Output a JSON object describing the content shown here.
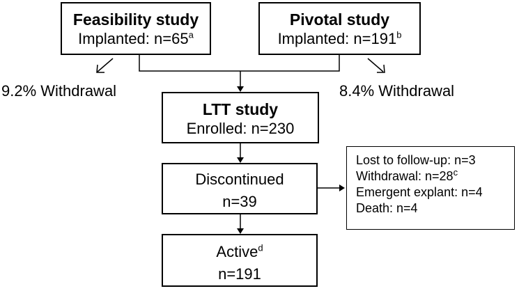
{
  "feasibility": {
    "title": "Feasibility study",
    "implanted_label": "Implanted: n=65",
    "implanted_sup": "a",
    "withdrawal": "9.2% Withdrawal"
  },
  "pivotal": {
    "title": "Pivotal study",
    "implanted_label": "Implanted: n=191",
    "implanted_sup": "b",
    "withdrawal": "8.4% Withdrawal"
  },
  "ltt": {
    "title": "LTT study",
    "enrolled": "Enrolled: n=230"
  },
  "discontinued": {
    "title": "Discontinued",
    "count": "n=39"
  },
  "reasons": {
    "lost": "Lost to follow-up: n=3",
    "withdrawal": "Withdrawal: n=28",
    "withdrawal_sup": "c",
    "explant": "Emergent explant: n=4",
    "death": "Death: n=4"
  },
  "active": {
    "title": "Active",
    "title_sup": "d",
    "count": "n=191"
  }
}
